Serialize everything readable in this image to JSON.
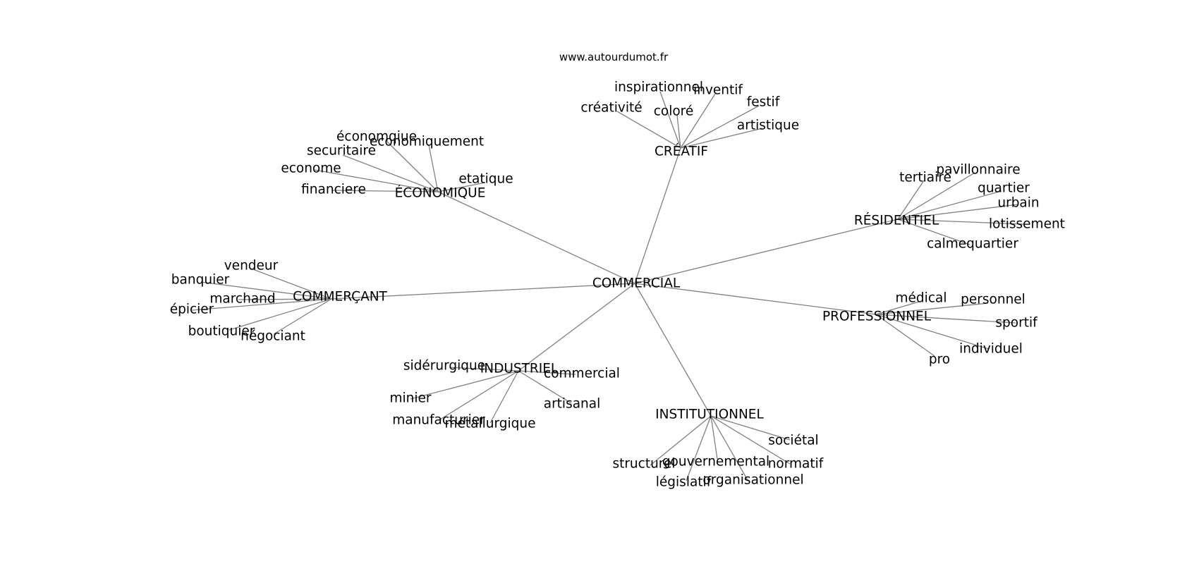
{
  "credit": "www.autourdumot.fr",
  "graph": {
    "root": "COMMERCIAL",
    "hubs": [
      {
        "id": "creatif",
        "label": "CRÉATIF",
        "words": [
          "inspirationnel",
          "inventif",
          "créativité",
          "coloré",
          "festif",
          "artistique"
        ]
      },
      {
        "id": "economique",
        "label": "ÉCONOMIQUE",
        "words": [
          "économqiue",
          "economiquement",
          "securitaire",
          "econome",
          "etatique",
          "financiere"
        ]
      },
      {
        "id": "residentiel",
        "label": "RÉSIDENTIEL",
        "words": [
          "tertiaire",
          "pavillonnaire",
          "quartier",
          "urbain",
          "lotissement",
          "calmequartier"
        ]
      },
      {
        "id": "commercant",
        "label": "COMMERÇANT",
        "words": [
          "vendeur",
          "banquier",
          "marchand",
          "épicier",
          "boutiquier",
          "négociant"
        ]
      },
      {
        "id": "professionnel",
        "label": "PROFESSIONNEL",
        "words": [
          "médical",
          "personnel",
          "sportif",
          "individuel",
          "pro"
        ]
      },
      {
        "id": "industriel",
        "label": "INDUSTRIEL",
        "words": [
          "sidérurgique",
          "commercial",
          "minier",
          "artisanal",
          "manufacturier",
          "métallurgique"
        ]
      },
      {
        "id": "institutionnel",
        "label": "INSTITUTIONNEL",
        "words": [
          "sociétal",
          "gouvernemental",
          "normatif",
          "structurel",
          "législatif",
          "organisationnel"
        ]
      }
    ]
  }
}
